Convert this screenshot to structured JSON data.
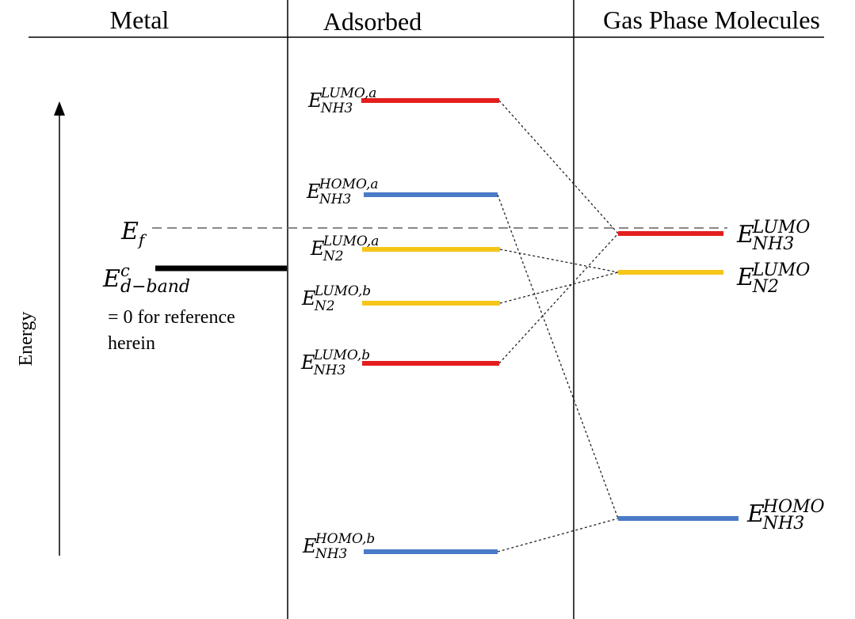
{
  "headers": {
    "metal": "Metal",
    "adsorbed": "Adsorbed",
    "gas": "Gas Phase Molecules"
  },
  "axis": {
    "label": "Energy"
  },
  "fermi": {
    "base": "E",
    "sub": "f"
  },
  "dband": {
    "base": "E",
    "sup": "c",
    "sub": "d−band",
    "note_line1": "= 0 for reference",
    "note_line2": "herein"
  },
  "colors": {
    "red": "#e41e1e",
    "blue": "#4a7bc8",
    "yellow": "#f5c518",
    "black": "#000000",
    "dash": "#777777"
  },
  "adsorbed_levels": [
    {
      "id": "nh3-lumo-a",
      "base": "E",
      "sup": "LUMO,a",
      "sub": "NH3",
      "color": "red"
    },
    {
      "id": "nh3-homo-a",
      "base": "E",
      "sup": "HOMO,a",
      "sub": "NH3",
      "color": "blue"
    },
    {
      "id": "n2-lumo-a",
      "base": "E",
      "sup": "LUMO,a",
      "sub": "N2",
      "color": "yellow"
    },
    {
      "id": "n2-lumo-b",
      "base": "E",
      "sup": "LUMO,b",
      "sub": "N2",
      "color": "yellow"
    },
    {
      "id": "nh3-lumo-b",
      "base": "E",
      "sup": "LUMO,b",
      "sub": "NH3",
      "color": "red"
    },
    {
      "id": "nh3-homo-b",
      "base": "E",
      "sup": "HOMO,b",
      "sub": "NH3",
      "color": "blue"
    }
  ],
  "gas_levels": [
    {
      "id": "gas-nh3-lumo",
      "base": "E",
      "sup": "LUMO",
      "sub": "NH3",
      "color": "red"
    },
    {
      "id": "gas-n2-lumo",
      "base": "E",
      "sup": "LUMO",
      "sub": "N2",
      "color": "yellow"
    },
    {
      "id": "gas-nh3-homo",
      "base": "E",
      "sup": "HOMO",
      "sub": "NH3",
      "color": "blue"
    }
  ],
  "connections": [
    {
      "from": "nh3-lumo-a",
      "to": "gas-nh3-lumo"
    },
    {
      "from": "nh3-lumo-b",
      "to": "gas-nh3-lumo"
    },
    {
      "from": "n2-lumo-a",
      "to": "gas-n2-lumo"
    },
    {
      "from": "n2-lumo-b",
      "to": "gas-n2-lumo"
    },
    {
      "from": "nh3-homo-a",
      "to": "gas-nh3-homo"
    },
    {
      "from": "nh3-homo-b",
      "to": "gas-nh3-homo"
    }
  ]
}
